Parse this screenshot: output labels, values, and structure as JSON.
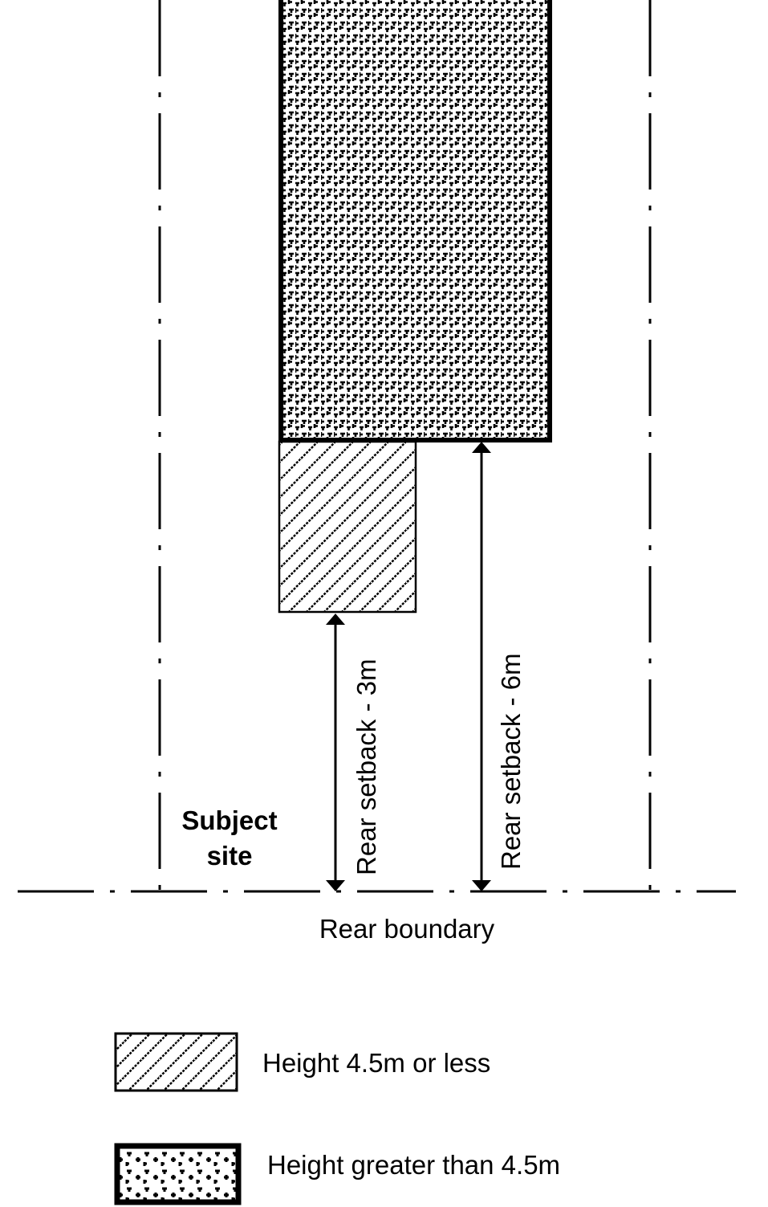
{
  "labels": {
    "subject_site_line1": "Subject",
    "subject_site_line2": "site",
    "rear_boundary": "Rear boundary",
    "setback_3m": "Rear setback - 3m",
    "setback_6m": "Rear setback - 6m"
  },
  "legend": [
    {
      "label": "Height 4.5m or less",
      "pattern": "diagonal-hatch"
    },
    {
      "label": "Height greater than 4.5m",
      "pattern": "dense-crosshatch"
    }
  ],
  "colors": {
    "ink": "#000000",
    "background": "#ffffff"
  }
}
